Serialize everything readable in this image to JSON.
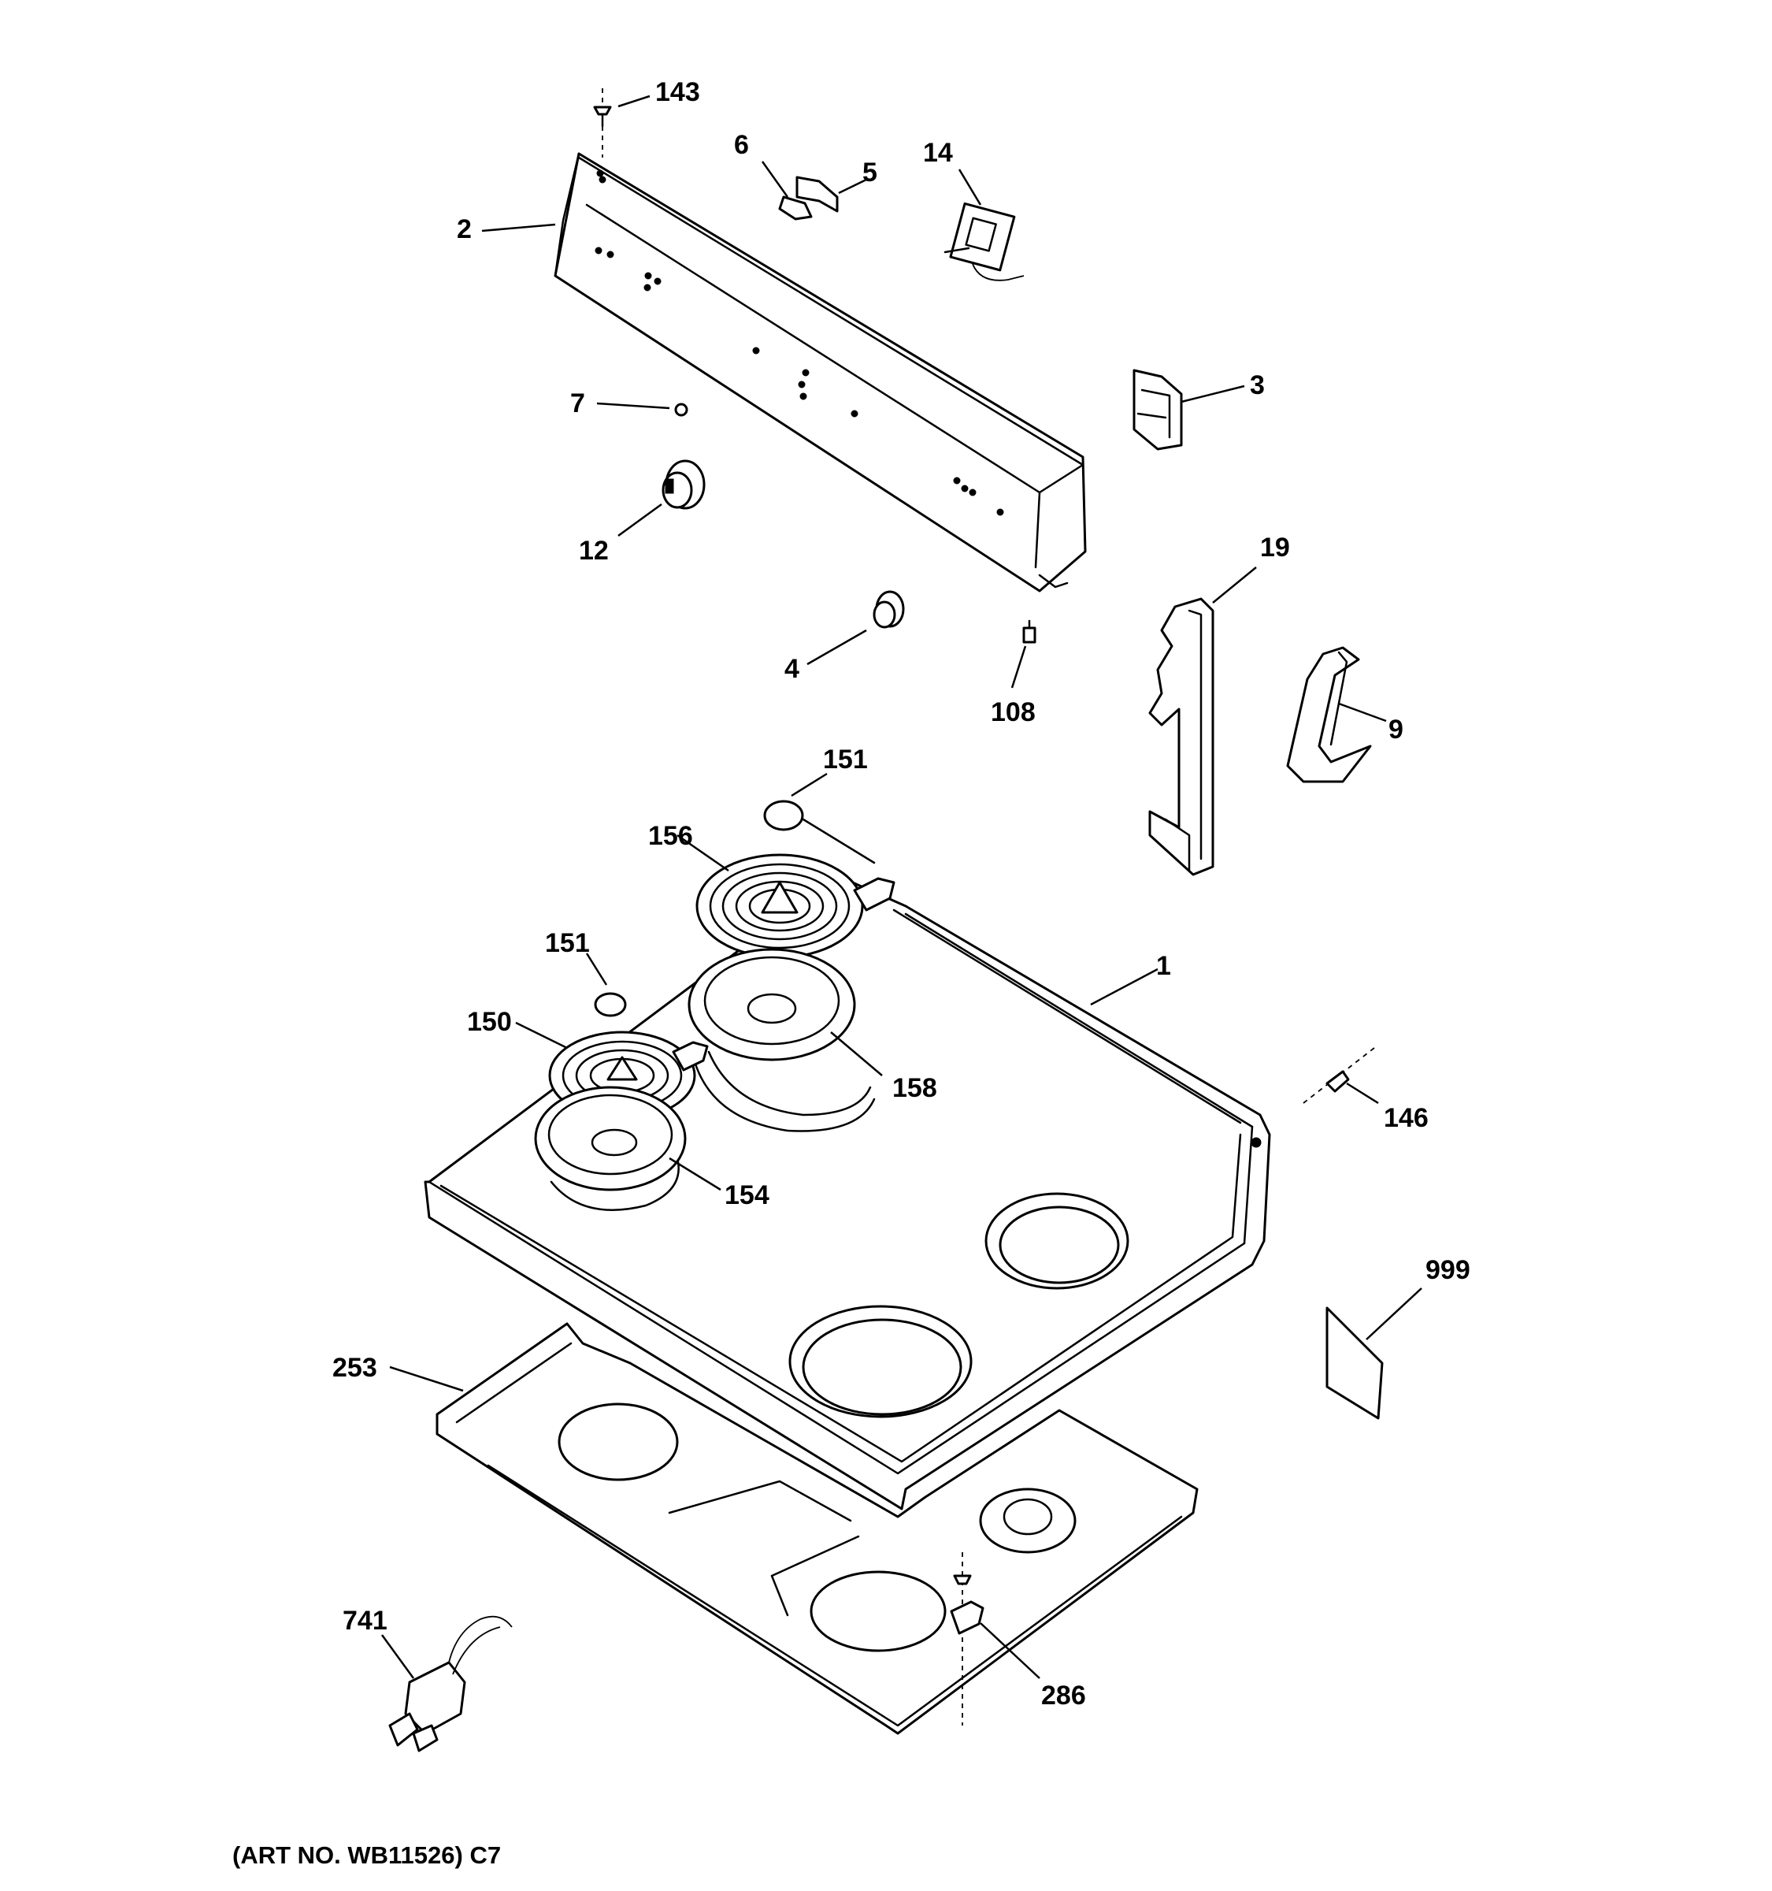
{
  "diagram": {
    "caption": "(ART NO. WB11526) C7",
    "callouts": [
      {
        "id": "143",
        "label": "143"
      },
      {
        "id": "6",
        "label": "6"
      },
      {
        "id": "5",
        "label": "5"
      },
      {
        "id": "14",
        "label": "14"
      },
      {
        "id": "2",
        "label": "2"
      },
      {
        "id": "3",
        "label": "3"
      },
      {
        "id": "7",
        "label": "7"
      },
      {
        "id": "12",
        "label": "12"
      },
      {
        "id": "19",
        "label": "19"
      },
      {
        "id": "4",
        "label": "4"
      },
      {
        "id": "108",
        "label": "108"
      },
      {
        "id": "9",
        "label": "9"
      },
      {
        "id": "151a",
        "label": "151"
      },
      {
        "id": "156",
        "label": "156"
      },
      {
        "id": "151b",
        "label": "151"
      },
      {
        "id": "1",
        "label": "1"
      },
      {
        "id": "150",
        "label": "150"
      },
      {
        "id": "158",
        "label": "158"
      },
      {
        "id": "146",
        "label": "146"
      },
      {
        "id": "154",
        "label": "154"
      },
      {
        "id": "999",
        "label": "999"
      },
      {
        "id": "253",
        "label": "253"
      },
      {
        "id": "741",
        "label": "741"
      },
      {
        "id": "286",
        "label": "286"
      }
    ]
  }
}
